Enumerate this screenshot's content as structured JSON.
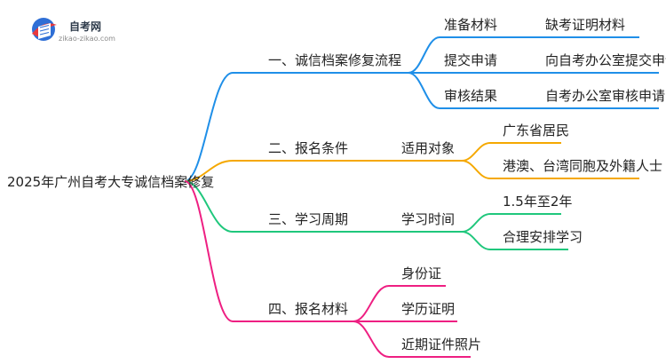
{
  "logo": {
    "name": "自考网",
    "domain": "zikao-zikao.com"
  },
  "colors": {
    "blue": "#1f8fe8",
    "orange": "#f5a800",
    "green": "#1fc77c",
    "pink": "#ee1f82"
  },
  "root": "2025年广州自考大专诚信档案修复",
  "branches": [
    {
      "label": "一、诚信档案修复流程",
      "children": [
        {
          "label": "准备材料",
          "children": [
            {
              "label": "缺考证明材料"
            }
          ]
        },
        {
          "label": "提交申请",
          "children": [
            {
              "label": "向自考办公室提交申请"
            }
          ]
        },
        {
          "label": "审核结果",
          "children": [
            {
              "label": "自考办公室审核申请"
            }
          ]
        }
      ]
    },
    {
      "label": "二、报名条件",
      "children": [
        {
          "label": "适用对象",
          "children": [
            {
              "label": "广东省居民"
            },
            {
              "label": "港澳、台湾同胞及外籍人士"
            }
          ]
        }
      ]
    },
    {
      "label": "三、学习周期",
      "children": [
        {
          "label": "学习时间",
          "children": [
            {
              "label": "1.5年至2年"
            },
            {
              "label": "合理安排学习"
            }
          ]
        }
      ]
    },
    {
      "label": "四、报名材料",
      "children": [
        {
          "label": "身份证"
        },
        {
          "label": "学历证明"
        },
        {
          "label": "近期证件照片"
        }
      ]
    }
  ]
}
